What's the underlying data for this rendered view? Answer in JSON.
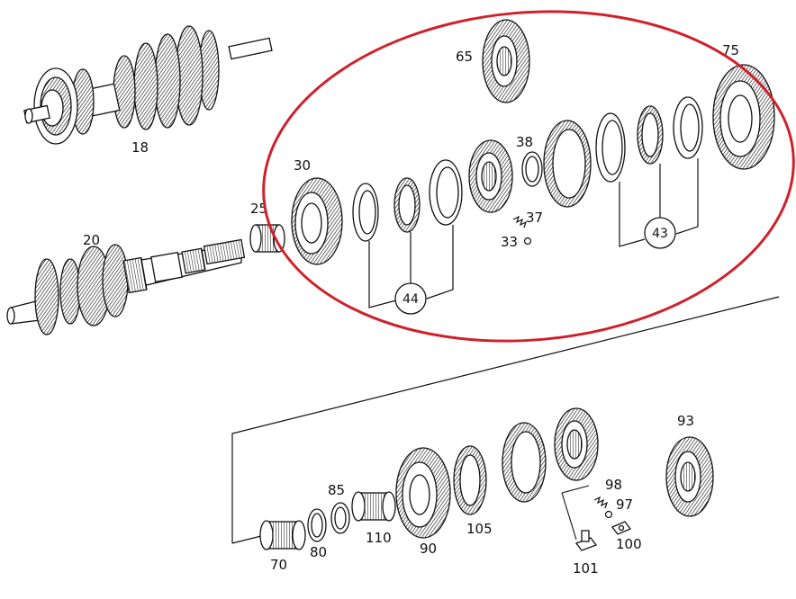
{
  "diagram": {
    "highlight_color": "#d0212a",
    "ink_color": "#111111",
    "upper_group": {
      "parts": [
        {
          "id": "p18",
          "label": "18",
          "icon": "countershaft-gear-cluster-icon"
        },
        {
          "id": "p20",
          "label": "20",
          "icon": "main-shaft-icon"
        },
        {
          "id": "p25",
          "label": "25",
          "icon": "needle-bearing-icon"
        },
        {
          "id": "p30",
          "label": "30",
          "icon": "gear-wheel-icon"
        },
        {
          "id": "p33",
          "label": "33",
          "icon": "synchronizer-hub-icon"
        },
        {
          "id": "p37",
          "label": "37",
          "icon": "ball-icon"
        },
        {
          "id": "p38",
          "label": "38",
          "icon": "spring-icon"
        },
        {
          "id": "p65",
          "label": "65",
          "icon": "snap-ring-icon"
        },
        {
          "id": "p75",
          "label": "75",
          "icon": "gear-wheel-icon"
        }
      ],
      "callouts": [
        {
          "id": "c44",
          "label": "44",
          "icon": "synchronizer-ring-set-icon"
        },
        {
          "id": "c43",
          "label": "43",
          "icon": "synchronizer-ring-set-icon"
        }
      ]
    },
    "lower_group": {
      "parts": [
        {
          "id": "p70",
          "label": "70",
          "icon": "needle-bearing-icon"
        },
        {
          "id": "p80",
          "label": "80",
          "icon": "snap-ring-icon"
        },
        {
          "id": "p85",
          "label": "85",
          "icon": "snap-ring-icon"
        },
        {
          "id": "p110",
          "label": "110",
          "icon": "needle-bearing-icon"
        },
        {
          "id": "p90",
          "label": "90",
          "icon": "gear-wheel-icon"
        },
        {
          "id": "p105",
          "label": "105",
          "icon": "synchronizer-ring-icon"
        },
        {
          "id": "p98",
          "label": "98",
          "icon": "spring-icon"
        },
        {
          "id": "p97",
          "label": "97",
          "icon": "ball-icon"
        },
        {
          "id": "p100",
          "label": "100",
          "icon": "shift-block-icon"
        },
        {
          "id": "p101",
          "label": "101",
          "icon": "shift-key-icon"
        },
        {
          "id": "p93",
          "label": "93",
          "icon": "synchronizer-hub-icon"
        }
      ]
    }
  }
}
